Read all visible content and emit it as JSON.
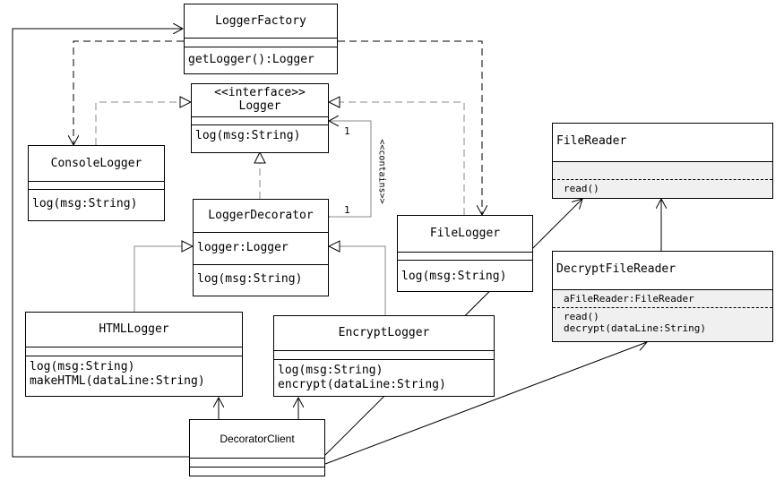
{
  "classes": {
    "logger_factory": {
      "name": "LoggerFactory",
      "ops": [
        "getLogger():Logger"
      ]
    },
    "logger": {
      "stereotype": "<<interface>>",
      "name": "Logger",
      "ops": [
        "log(msg:String)"
      ]
    },
    "console_logger": {
      "name": "ConsoleLogger",
      "ops": [
        "log(msg:String)"
      ]
    },
    "logger_decorator": {
      "name": "LoggerDecorator",
      "attrs": [
        "logger:Logger"
      ],
      "ops": [
        "log(msg:String)"
      ]
    },
    "file_logger": {
      "name": "FileLogger",
      "ops": [
        "log(msg:String)"
      ]
    },
    "html_logger": {
      "name": "HTMLLogger",
      "ops": [
        "log(msg:String)",
        "makeHTML(dataLine:String)"
      ]
    },
    "encrypt_logger": {
      "name": "EncryptLogger",
      "ops": [
        "log(msg:String)",
        "encrypt(dataLine:String)"
      ]
    },
    "decorator_client": {
      "name": "DecoratorClient"
    },
    "file_reader": {
      "name": "FileReader",
      "ops": [
        "read()"
      ]
    },
    "decrypt_file_reader": {
      "name": "DecryptFileReader",
      "attrs": [
        "aFileReader:FileReader"
      ],
      "ops": [
        "read()",
        "decrypt(dataLine:String)"
      ]
    }
  },
  "labels": {
    "multiplicity_logger_end": "1",
    "multiplicity_decorator_end": "1",
    "contains": "<<contains>>"
  }
}
